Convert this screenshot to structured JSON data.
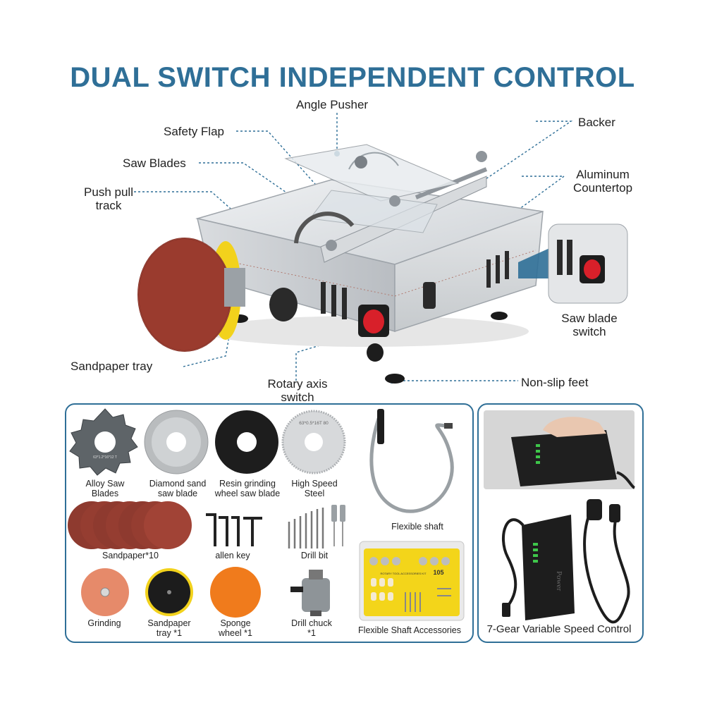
{
  "title": "DUAL SWITCH INDEPENDENT CONTROL",
  "callouts": {
    "angle_pusher": "Angle Pusher",
    "safety_flap": "Safety Flap",
    "backer": "Backer",
    "saw_blades": "Saw Blades",
    "aluminum_countertop_1": "Aluminum",
    "aluminum_countertop_2": "Countertop",
    "push_pull_track_1": "Push pull",
    "push_pull_track_2": "track",
    "saw_blade_switch_1": "Saw blade",
    "saw_blade_switch_2": "switch",
    "sandpaper_tray": "Sandpaper tray",
    "rotary_axis_switch_1": "Rotary axis",
    "rotary_axis_switch_2": "switch",
    "non_slip_feet": "Non-slip feet"
  },
  "accessories": {
    "alloy_saw_1": "Alloy Saw",
    "alloy_saw_2": "Blades",
    "diamond_1": "Diamond sand",
    "diamond_2": "saw blade",
    "resin_1": "Resin grinding",
    "resin_2": "wheel saw blade",
    "hss_1": "High Speed",
    "hss_2": "Steel",
    "sandpaper": "Sandpaper*10",
    "allen_key": "allen key",
    "drill_bit": "Drill bit",
    "grinding": "Grinding",
    "sandpaper_tray_1": "Sandpaper",
    "sandpaper_tray_2": "tray *1",
    "sponge_1": "Sponge",
    "sponge_2": "wheel *1",
    "drill_chuck_1": "Drill chuck",
    "drill_chuck_2": "*1",
    "flexible_shaft": "Flexible shaft",
    "flexible_shaft_accessories": "Flexible Shaft Accessories",
    "kit_box_label": "ROTARY TOOL ACCESSORIES KIT",
    "kit_box_count": "105",
    "hss_blade_print": "63*0.5*16T 80",
    "alloy_blade_print": "63*1.2*16*12 T",
    "power_print": "Power"
  },
  "power_supply": {
    "caption": "7-Gear Variable Speed Control"
  },
  "colors": {
    "title_blue": "#2f6f97",
    "switch_red": "#d8202a",
    "sandpaper_red": "#9a3b2e",
    "sponge_orange": "#f07b1c",
    "tray_yellow": "#f2d21c"
  }
}
